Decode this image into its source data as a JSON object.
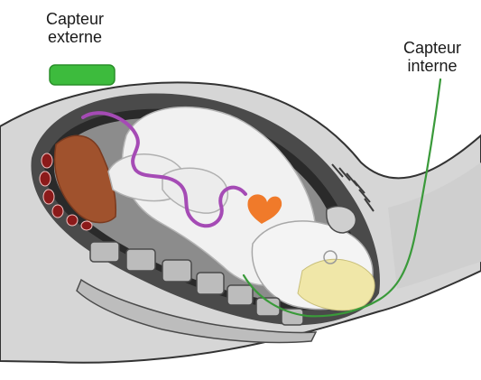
{
  "labels": {
    "external_sensor": {
      "line1": "Capteur",
      "line2": "externe"
    },
    "internal_sensor": {
      "line1": "Capteur",
      "line2": "interne"
    }
  },
  "colors": {
    "sensor_green": "#3dbb3d",
    "wire_green": "#3a9a3a",
    "skin": "#d9d9d9",
    "body_outline": "#333333",
    "uterus_wall": "#4a4a4a",
    "fetus": "#f2f2f2",
    "umbilical_cord": "#a54bb5",
    "placenta": "#a0522d",
    "heart": "#f07a2a",
    "fetal_head_pale": "#f0e7a8",
    "bone": "#bcbcbc"
  }
}
